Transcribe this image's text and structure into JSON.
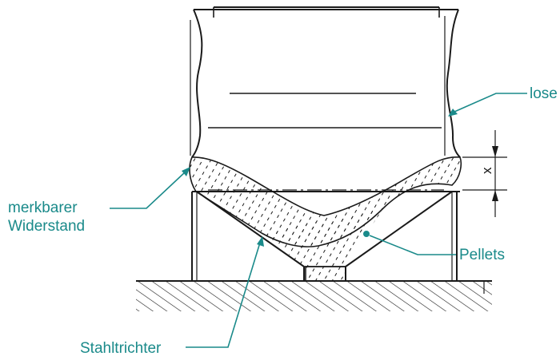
{
  "labels": {
    "lose": "lose",
    "x": "x",
    "merkbarer": "merkbarer",
    "widerstand": "Widerstand",
    "pellets": "Pellets",
    "stahltrichter": "Stahltrichter"
  },
  "colors": {
    "label": "#1a8a8a",
    "ink": "#1a1a1a",
    "background": "#ffffff"
  }
}
